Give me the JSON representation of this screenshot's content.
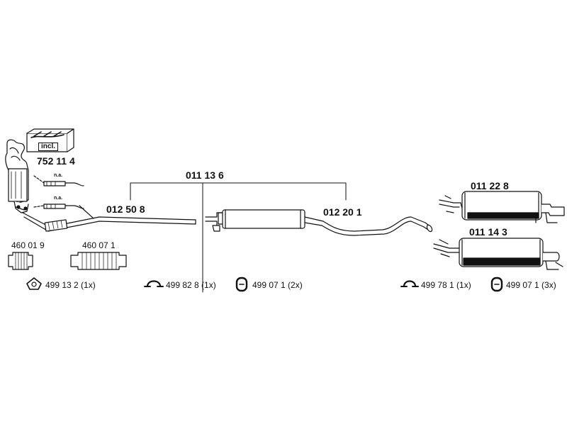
{
  "parts": {
    "kit_number": "752 11 4",
    "kit_badge": "incl.",
    "na_label_1": "n.a.",
    "na_label_2": "n.a.",
    "front_pipe": "012 50 8",
    "assembly": "011 13 6",
    "center_pipe": "012 20 1",
    "rear_silencer_a": "011 22 8",
    "rear_silencer_b": "011 14 3",
    "flex_pipe_1": "460 01 9",
    "flex_pipe_2": "460 07 1"
  },
  "fittings": [
    {
      "code": "499 13 2 (1x)",
      "icon": "gasket-icon"
    },
    {
      "code": "499 82 8 (1x)",
      "icon": "clamp-icon"
    },
    {
      "code": "499 07 1 (2x)",
      "icon": "rubber-hanger-icon"
    },
    {
      "code": "499 78 1 (1x)",
      "icon": "clamp-icon"
    },
    {
      "code": "499 07 1 (3x)",
      "icon": "rubber-hanger-icon"
    }
  ]
}
